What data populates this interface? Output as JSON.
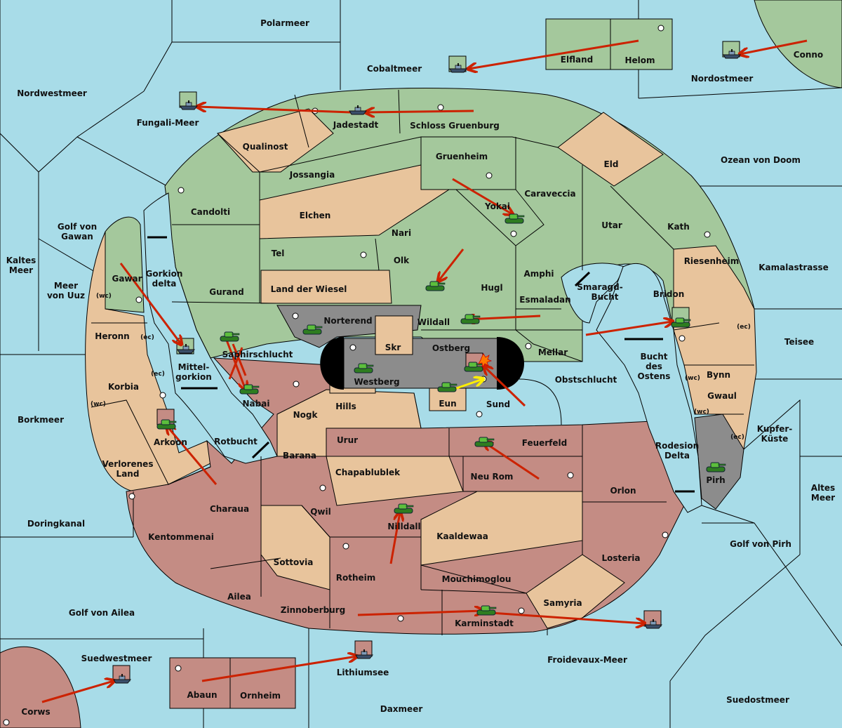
{
  "colors": {
    "sea": "#a8dce8",
    "green_power": "#a4c89c",
    "tan_neutral": "#e8c49c",
    "red_power": "#c48c84",
    "gray_power": "#8c8c8c",
    "order_arrow": "#cc2200",
    "retreat_arrow": "#ffee00"
  },
  "labels": {
    "polarmeer": "Polarmeer",
    "cobaltmeer": "Cobaltmeer",
    "elfland": "Elfland",
    "helom": "Helom",
    "nordostmeer": "Nordostmeer",
    "conno": "Conno",
    "nordwestmeer": "Nordwestmeer",
    "fungali_meer": "Fungali-Meer",
    "jadestadt": "Jadestadt",
    "schloss_gruenburg": "Schloss Gruenburg",
    "qualinost": "Qualinost",
    "gruenheim": "Gruenheim",
    "eld": "Eld",
    "ozean_von_doom": "Ozean von Doom",
    "jossangia": "Jossangia",
    "caraveccia": "Caraveccia",
    "candolti": "Candolti",
    "elchen": "Elchen",
    "yokai": "Yokai",
    "utar": "Utar",
    "kath": "Kath",
    "golf_von_gawan": "Golf von\nGawan",
    "nari": "Nari",
    "tel": "Tel",
    "olk": "Olk",
    "riesenheim": "Riesenheim",
    "kaltes_meer": "Kaltes\nMeer",
    "kamalastrasse": "Kamalastrasse",
    "gawar": "Gawar",
    "gorkion_delta": "Gorkion\ndelta",
    "amphi": "Amphi",
    "meer_von_uuz": "Meer\nvon Uuz",
    "gurand": "Gurand",
    "land_der_wiesel": "Land der Wiesel",
    "hugl": "Hugl",
    "smaragd_bucht": "Smaragd-\nBucht",
    "bridon": "Bridon",
    "esmaladan": "Esmaladan",
    "norterend": "Norterend",
    "wildall": "Wildall",
    "teisee": "Teisee",
    "heronn": "Heronn",
    "wc": "(wc)",
    "ec": "(ec)",
    "skr": "Skr",
    "ostberg": "Ostberg",
    "mellar": "Mellar",
    "saphirschlucht": "Saphirschlucht",
    "mittel_gorkion": "Mittel-\ngorkion",
    "bucht_des_ostens": "Bucht\ndes\nOstens",
    "bynn": "Bynn",
    "westberg": "Westberg",
    "obstschlucht": "Obstschlucht",
    "korbia": "Korbia",
    "nabai": "Nabai",
    "hills": "Hills",
    "eun": "Eun",
    "sund": "Sund",
    "gwaul": "Gwaul",
    "borkmeer": "Borkmeer",
    "nogk": "Nogk",
    "kupfer_kueste": "Kupfer-\nKüste",
    "arkoon": "Arkoon",
    "rotbucht": "Rotbucht",
    "urur": "Urur",
    "feuerfeld": "Feuerfeld",
    "rodesion_delta": "Rodesion\nDelta",
    "barana": "Barana",
    "verlorenes_land": "Verlorenes\nLand",
    "chapablublek": "Chapablublek",
    "neu_rom": "Neu Rom",
    "pirh": "Pirh",
    "altes_meer": "Altes\nMeer",
    "charaua": "Charaua",
    "orlon": "Orlon",
    "qwil": "Qwil",
    "doringkanal": "Doringkanal",
    "nilldall": "Nilldall",
    "kaaldewaa": "Kaaldewaa",
    "kentommenai": "Kentommenai",
    "golf_von_pirh": "Golf von Pirh",
    "sottovia": "Sottovia",
    "losteria": "Losteria",
    "rotheim": "Rotheim",
    "mouchimoglou": "Mouchimoglou",
    "ailea": "Ailea",
    "samyria": "Samyria",
    "golf_von_ailea": "Golf von Ailea",
    "zinnoberburg": "Zinnoberburg",
    "karminstadt": "Karminstadt",
    "suedwestmeer": "Suedwestmeer",
    "lithiumsee": "Lithiumsee",
    "froidevaux_meer": "Froidevaux-Meer",
    "abaun": "Abaun",
    "ornheim": "Ornheim",
    "suedostmeer": "Suedostmeer",
    "daxmeer": "Daxmeer",
    "corws": "Corws"
  }
}
